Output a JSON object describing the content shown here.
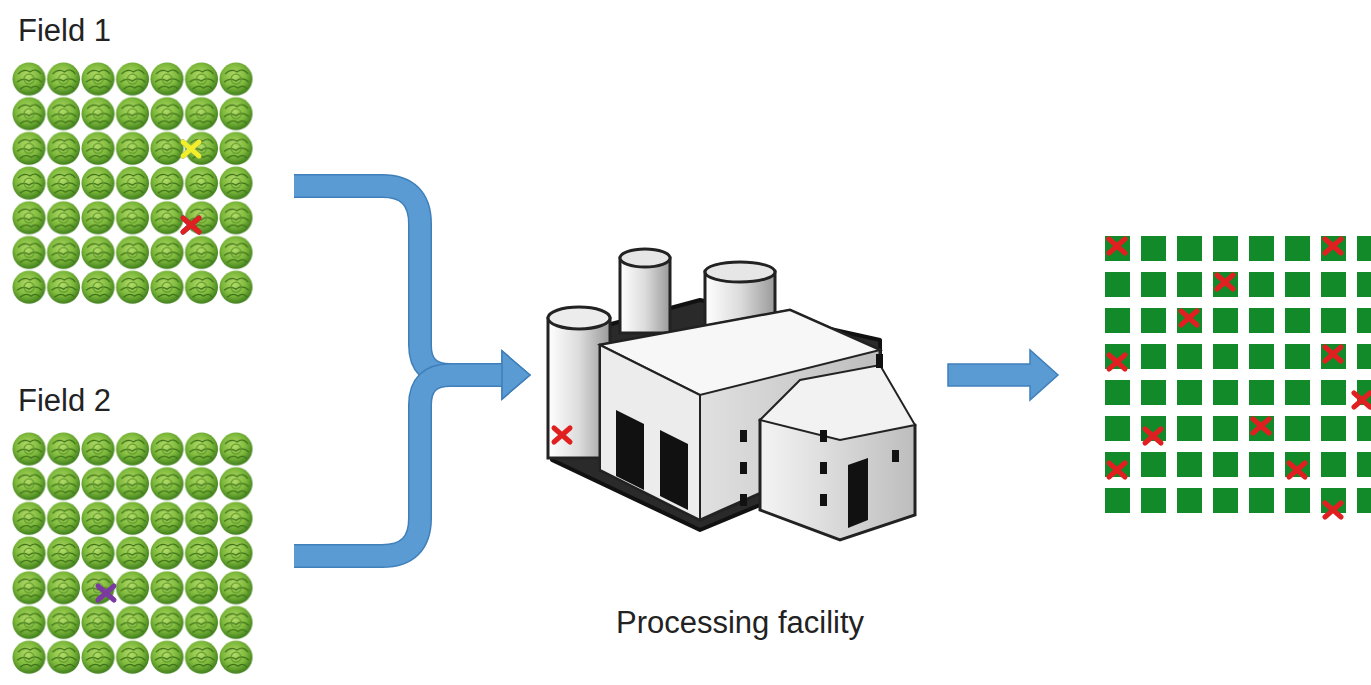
{
  "diagram": {
    "nodes": [
      {
        "text": [
          "Field 1"
        ]
      },
      {
        "text": [
          "Field 2"
        ]
      },
      {
        "text": [
          "Processing facility"
        ]
      }
    ],
    "edges": [
      {
        "from": 0,
        "to": 2,
        "arrow": "to"
      },
      {
        "from": 1,
        "to": 2,
        "arrow": "to"
      }
    ]
  }
}
